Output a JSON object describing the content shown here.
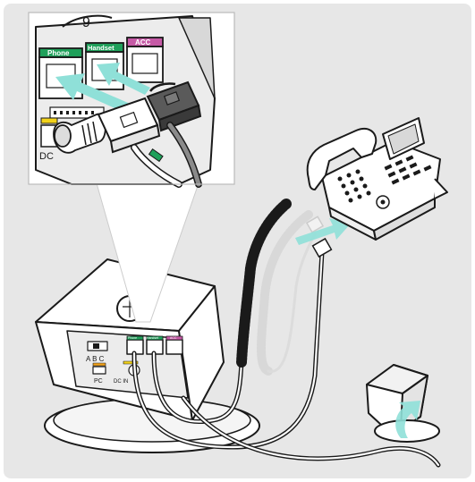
{
  "labels": {
    "port_phone": "Phone",
    "port_handset": "Handset",
    "port_acc": "ACC",
    "dc": "DC",
    "switch_abc": "A B C",
    "pc": "PC",
    "dc_in": "DC IN",
    "dial_top": "9"
  },
  "colors": {
    "background": "#e7e7e7",
    "green_accent": "#1fa05a",
    "pink_accent": "#c65aa6",
    "yellow_accent": "#f2d21a",
    "orange_accent": "#f2a21a",
    "arrow": "#8fe0d8",
    "line": "#1a1a1a"
  }
}
